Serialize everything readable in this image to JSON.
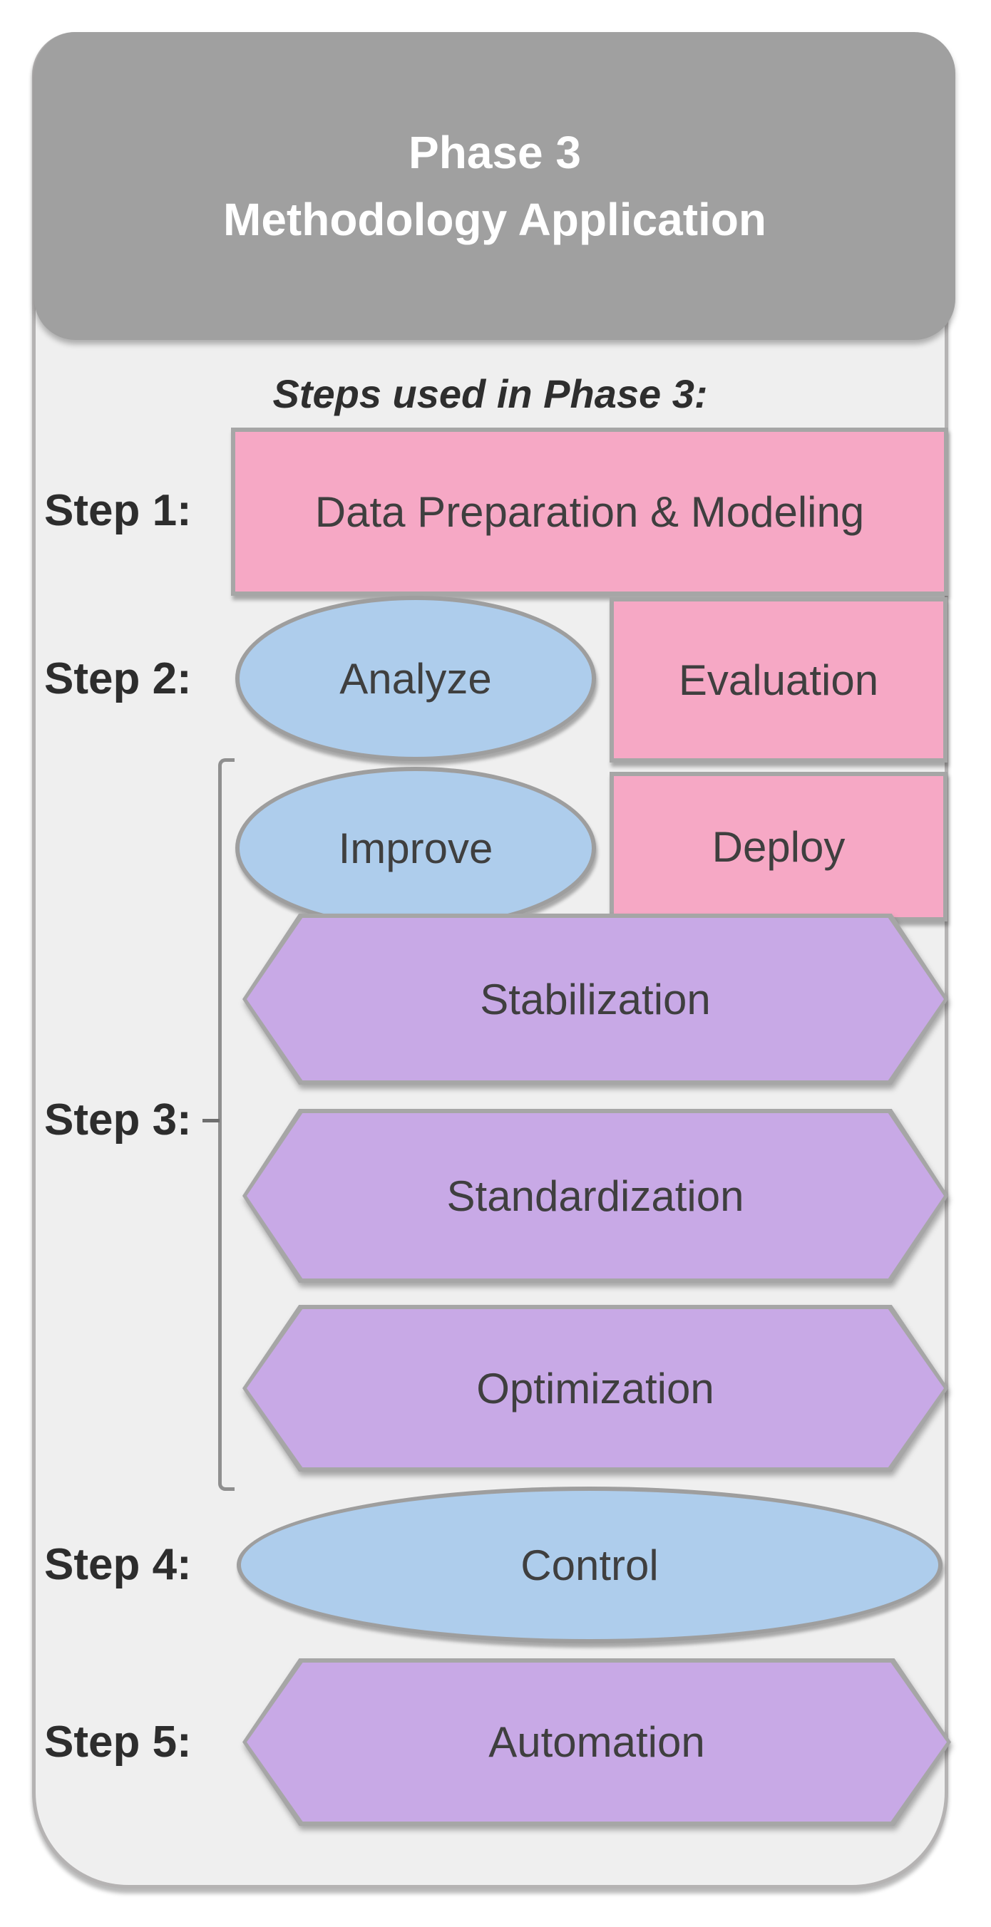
{
  "header": {
    "line1": "Phase 3",
    "line2": "Methodology Application"
  },
  "subtitle": "Steps used in Phase 3:",
  "steps": [
    {
      "label": "Step 1:"
    },
    {
      "label": "Step 2:"
    },
    {
      "label": "Step 3:"
    },
    {
      "label": "Step 4:"
    },
    {
      "label": "Step 5:"
    }
  ],
  "diagram": {
    "step1_box": {
      "text": "Data Preparation & Modeling",
      "shape": "rectangle",
      "color": "pink"
    },
    "analyze": {
      "text": "Analyze",
      "shape": "ellipse",
      "color": "blue"
    },
    "evaluation": {
      "text": "Evaluation",
      "shape": "rectangle",
      "color": "pink"
    },
    "improve": {
      "text": "Improve",
      "shape": "ellipse",
      "color": "blue"
    },
    "deploy": {
      "text": "Deploy",
      "shape": "rectangle",
      "color": "pink"
    },
    "stabilization": {
      "text": "Stabilization",
      "shape": "hexagon",
      "color": "purple"
    },
    "standardization": {
      "text": "Standardization",
      "shape": "hexagon",
      "color": "purple"
    },
    "optimization": {
      "text": "Optimization",
      "shape": "hexagon",
      "color": "purple"
    },
    "control": {
      "text": "Control",
      "shape": "ellipse",
      "color": "blue"
    },
    "automation": {
      "text": "Automation",
      "shape": "hexagon",
      "color": "purple"
    }
  },
  "colors": {
    "header_bg": "#a0a0a0",
    "panel_bg": "#efefef",
    "pink": "#f6a8c5",
    "blue": "#aecdec",
    "purple": "#c8a9e6",
    "shape_border": "#a6a6a6",
    "header_text": "#ffffff",
    "text_dark": "#2d2d2d"
  }
}
